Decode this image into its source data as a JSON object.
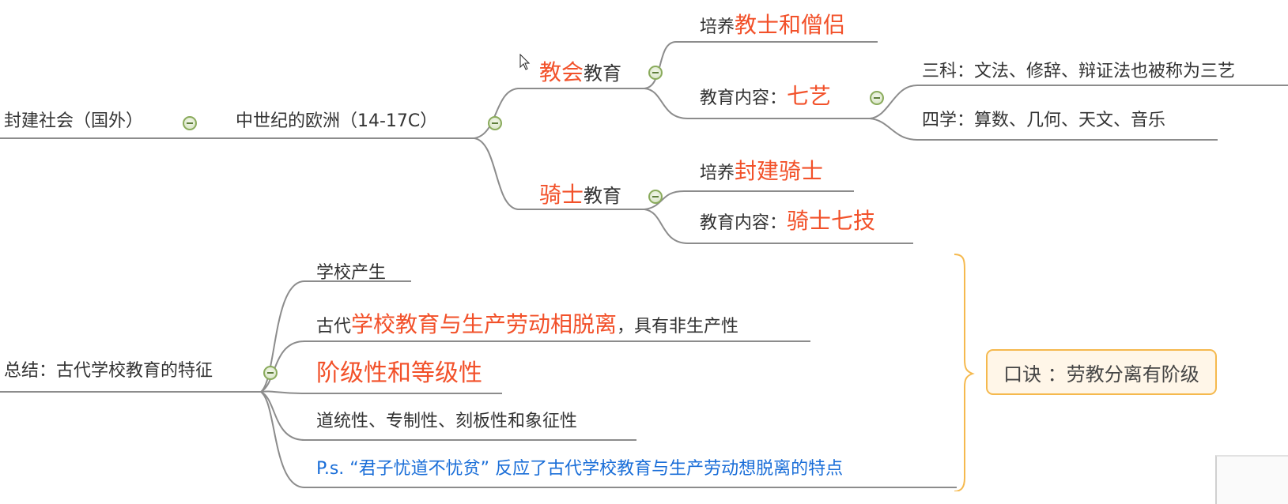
{
  "mindmap": {
    "branch1": {
      "root": "封建社会（国外）",
      "child": "中世纪的欧洲（14-17C）",
      "church": {
        "label_highlight": "教会",
        "label_rest": "教育",
        "goal_prefix": "培养",
        "goal_highlight": "教士和僧侣",
        "content_prefix": "教育内容：",
        "content_highlight": "七艺",
        "trivium": "三科：文法、修辞、辩证法也被称为三艺",
        "quadrivium": "四学：算数、几何、天文、音乐"
      },
      "knight": {
        "label_highlight": "骑士",
        "label_rest": "教育",
        "goal_prefix": "培养",
        "goal_highlight": "封建骑士",
        "content_prefix": "教育内容：",
        "content_highlight": "骑士七技"
      }
    },
    "branch2": {
      "root": "总结：古代学校教育的特征",
      "items": [
        {
          "text": "学校产生"
        },
        {
          "prefix": "古代",
          "highlight": "学校教育与生产劳动相脱离",
          "suffix": "，具有非生产性"
        },
        {
          "highlight": "阶级性和等级性"
        },
        {
          "text": "道统性、专制性、刻板性和象征性"
        },
        {
          "note": "P.s. “君子忧道不忧贫” 反应了古代学校教育与生产劳动想脱离的特点"
        }
      ],
      "mnemonic": "口诀 ：劳教分离有阶级"
    }
  },
  "colors": {
    "highlight": "#f2512a",
    "note": "#1a6ed8",
    "line": "#8c8c8c",
    "bracket": "#f5b94e",
    "toggle": "#8aab5c"
  },
  "icons": {
    "collapse": "collapse-minus-icon",
    "cursor": "mouse-pointer-icon"
  }
}
